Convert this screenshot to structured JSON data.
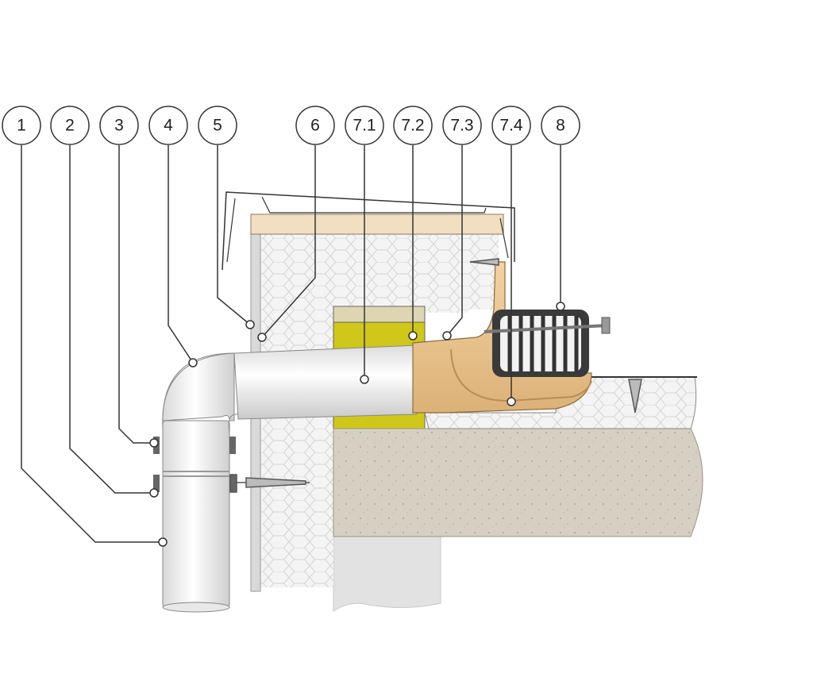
{
  "callouts": [
    {
      "id": "c1",
      "label": "1"
    },
    {
      "id": "c2",
      "label": "2"
    },
    {
      "id": "c3",
      "label": "3"
    },
    {
      "id": "c4",
      "label": "4"
    },
    {
      "id": "c5",
      "label": "5"
    },
    {
      "id": "c6",
      "label": "6"
    },
    {
      "id": "c71",
      "label": "7.1"
    },
    {
      "id": "c72",
      "label": "7.2"
    },
    {
      "id": "c73",
      "label": "7.3"
    },
    {
      "id": "c74",
      "label": "7.4"
    },
    {
      "id": "c8",
      "label": "8"
    }
  ],
  "colors": {
    "insulation": "#f3f3f3",
    "honeycomb": "#dcdcdc",
    "timber": "#f2dfc2",
    "mineral_wool": "#cfc71a",
    "concrete": "#d6d0c3",
    "wall": "#e2e2e2",
    "pipe": "#efefef",
    "drain_body": "#e9c693",
    "grate": "#333333",
    "line": "#333333"
  }
}
